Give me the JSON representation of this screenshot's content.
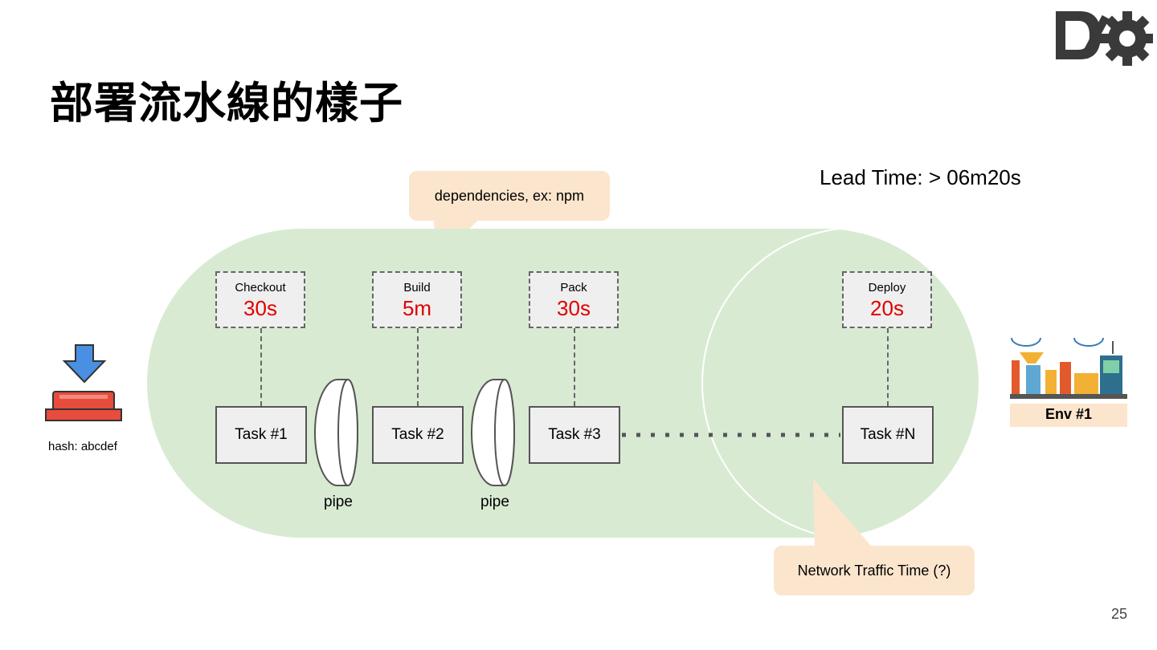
{
  "slide": {
    "title": "部署流水線的樣子",
    "lead_time": "Lead Time: > 06m20s",
    "page_number": "25"
  },
  "trigger": {
    "hash": "hash: abcdef"
  },
  "stages": [
    {
      "name": "Checkout",
      "duration": "30s",
      "task": "Task #1"
    },
    {
      "name": "Build",
      "duration": "5m",
      "task": "Task #2"
    },
    {
      "name": "Pack",
      "duration": "30s",
      "task": "Task #3"
    },
    {
      "name": "Deploy",
      "duration": "20s",
      "task": "Task #N"
    }
  ],
  "pipes": [
    {
      "label": "pipe"
    },
    {
      "label": "pipe"
    }
  ],
  "callouts": {
    "dependencies": "dependencies, ex: npm",
    "network": "Network Traffic Time (?)"
  },
  "environment": {
    "label": "Env #1"
  },
  "colors": {
    "track": "#d9ead3",
    "callout": "#fce5cd",
    "duration": "#e00000",
    "box_fill": "#efefef",
    "button_red": "#e74c3c",
    "arrow_blue": "#4a90e2"
  }
}
